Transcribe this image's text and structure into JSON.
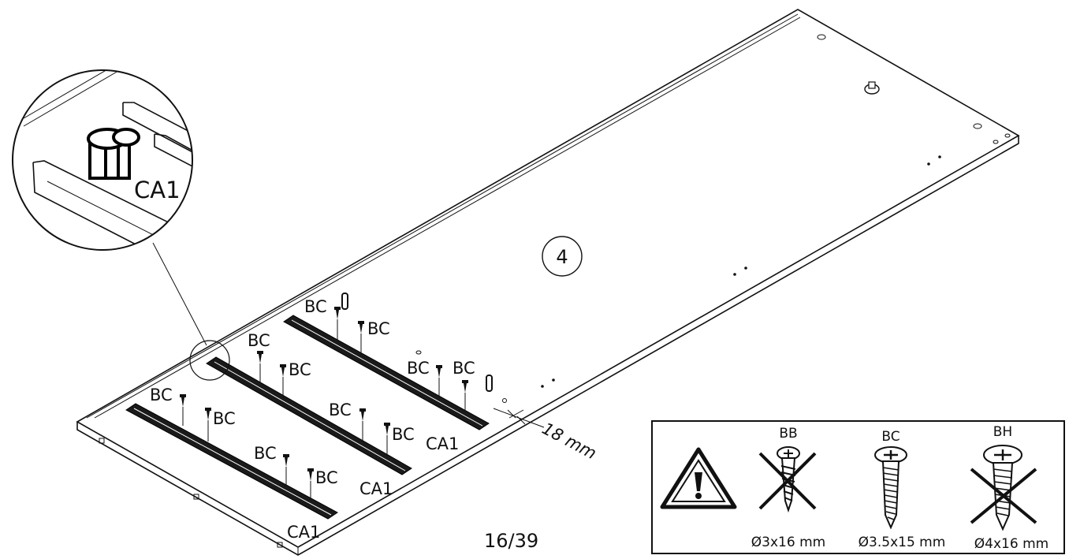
{
  "diagram": {
    "panel_number": "4",
    "dimension_label": "18 mm",
    "detail_label": "CA1",
    "rail_part_label": "CA1",
    "screw_label": "BC"
  },
  "page": {
    "number": "16/39"
  },
  "legend": {
    "screws": [
      {
        "code": "BB",
        "size": "Ø3x16 mm",
        "allowed": false
      },
      {
        "code": "BC",
        "size": "Ø3.5x15 mm",
        "allowed": true
      },
      {
        "code": "BH",
        "size": "Ø4x16 mm",
        "allowed": false
      }
    ],
    "warning_icon": "warning-triangle-icon",
    "cross_icon": "cross-out-icon"
  }
}
